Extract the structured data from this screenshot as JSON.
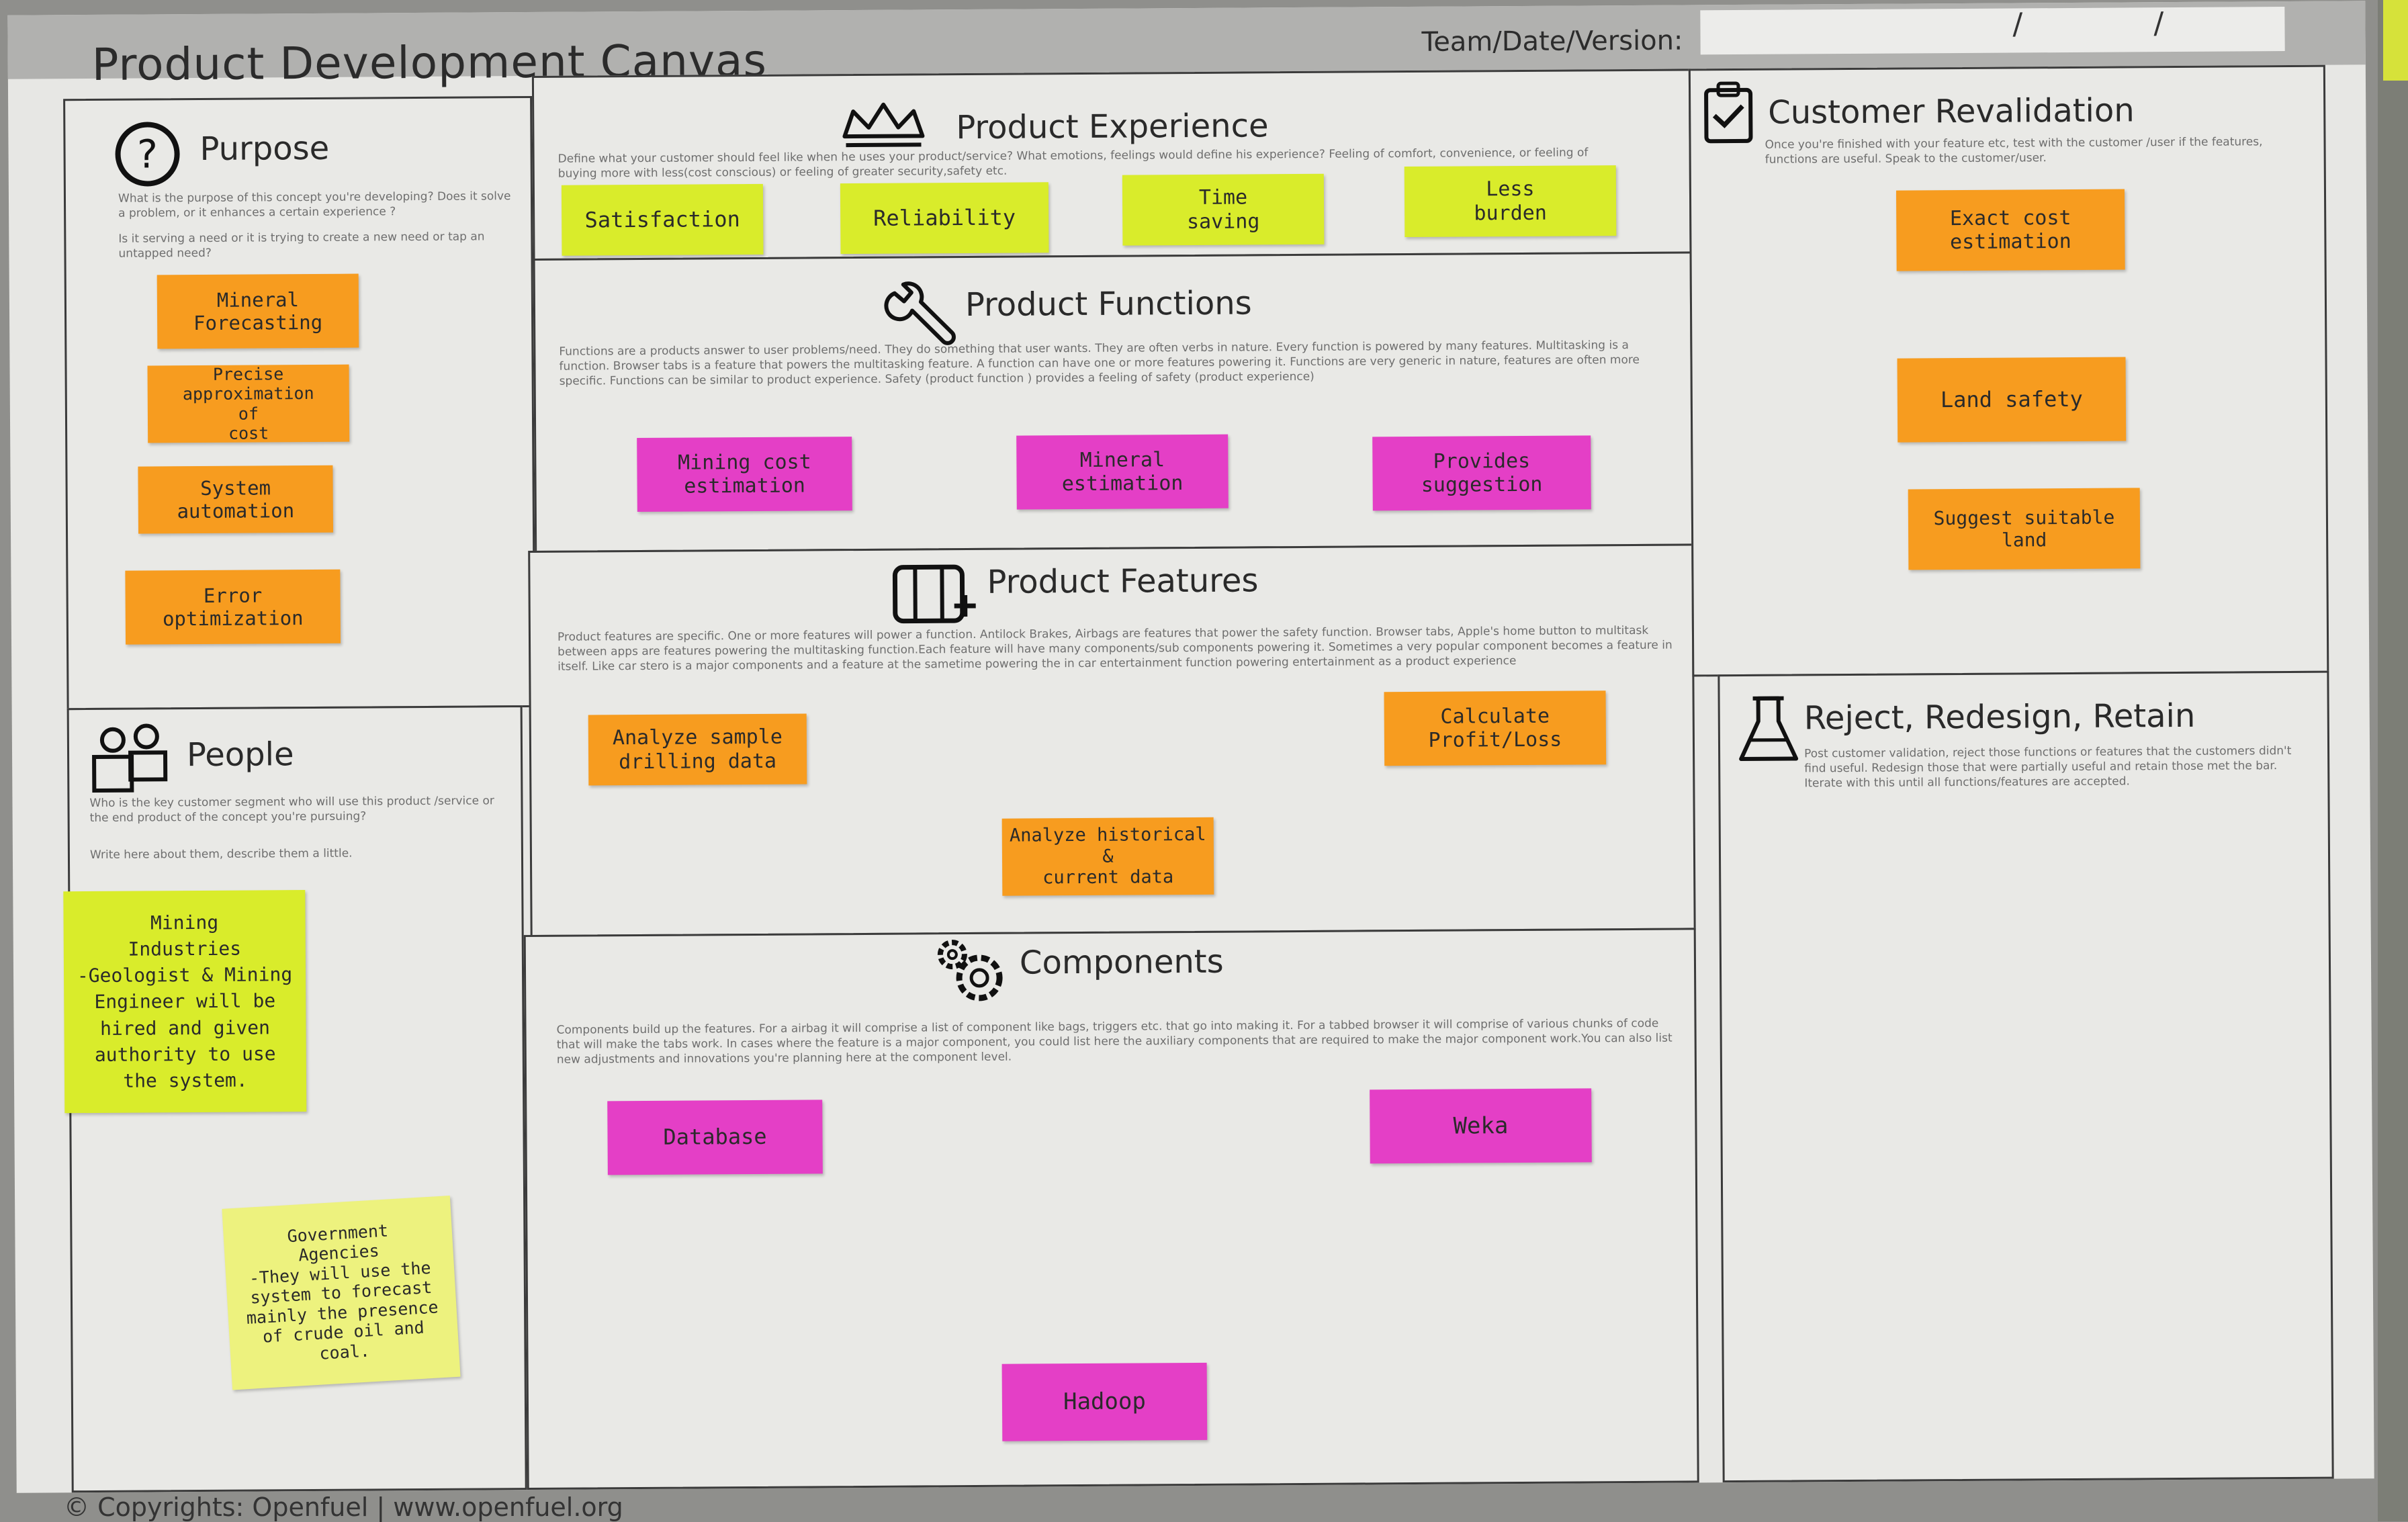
{
  "header": {
    "title": "Product Development Canvas",
    "team_label": "Team/Date/Version:",
    "separators": [
      "/",
      "/"
    ]
  },
  "purpose": {
    "title": "Purpose",
    "desc1": "What is the purpose of this concept you're developing? Does it solve a problem, or it enhances a certain experience ?",
    "desc2": "Is it serving a need or it is trying to create a new need or tap an untapped need?",
    "notes": [
      "Mineral\nForecasting",
      "Precise approximation\nof\ncost",
      "System\nautomation",
      "Error\noptimization"
    ]
  },
  "people": {
    "title": "People",
    "desc1": "Who is the key customer segment who will use this product /service or the end product of the concept you're pursuing?",
    "desc2": "Write here about them, describe them a little.",
    "notes": [
      "Mining\nIndustries\n-Geologist & Mining\nEngineer will be\nhired and given\nauthority to use\nthe system.",
      "Government\nAgencies\n-They will use the\nsystem to forecast\nmainly the presence\nof crude oil and\ncoal."
    ]
  },
  "experience": {
    "title": "Product Experience",
    "desc": "Define what your customer should feel like when he uses your product/service? What emotions, feelings would define his experience? Feeling of comfort, convenience, or feeling of buying more with less(cost conscious) or feeling of greater security,safety etc.",
    "notes": [
      "Satisfaction",
      "Reliability",
      "Time\nsaving",
      "Less\nburden"
    ]
  },
  "functions": {
    "title": "Product Functions",
    "desc": "Functions are a products answer to user problems/need. They do something that user wants. They are often verbs in nature. Every function is powered by many features. Multitasking is a function. Browser tabs is a feature that powers the multitasking feature. A function can have one or more features powering it. Functions are very generic in nature, features are often more specific. Functions can be similar to product experience. Safety (product function ) provides a feeling of safety (product experience)",
    "notes": [
      "Mining cost\nestimation",
      "Mineral\nestimation",
      "Provides\nsuggestion"
    ]
  },
  "features": {
    "title": "Product Features",
    "desc": "Product features are specific. One or more features will power a function. Antilock Brakes, Airbags are features that power the safety function. Browser tabs, Apple's home button to multitask between apps are features powering the multitasking function.Each feature will have many components/sub components powering it. Sometimes a very popular component becomes a feature in itself. Like car stero is a major components and a feature at the sametime powering the in car entertainment function powering entertainment as a product experience",
    "notes": [
      "Analyze sample\ndrilling data",
      "Calculate\nProfit/Loss",
      "Analyze historical\n&\ncurrent data"
    ]
  },
  "components": {
    "title": "Components",
    "desc": "Components build up the features. For a airbag it will comprise a list of component like bags, triggers etc. that go into making it. For a tabbed browser it will comprise of various chunks of code that will make the tabs work. In cases where the feature is a major component, you could list here the auxiliary components that are required to make the major component work.You can also list new adjustments and innovations you're planning here at the component level.",
    "notes": [
      "Database",
      "Weka",
      "Hadoop"
    ]
  },
  "revalidation": {
    "title": "Customer Revalidation",
    "desc": "Once you're finished with your feature etc, test with the customer /user if the features, functions are useful. Speak to the customer/user.",
    "notes": [
      "Exact cost\nestimation",
      "Land safety",
      "Suggest suitable\nland"
    ]
  },
  "reject": {
    "title": "Reject, Redesign, Retain",
    "desc": "Post customer validation, reject those functions or features that the customers didn't find useful. Redesign those that were partially useful and retain those met the bar. Iterate with this until all functions/features are accepted."
  },
  "footer": {
    "copyright": "© Copyrights: Openfuel | www.openfuel.org"
  },
  "colors": {
    "orange_note": "#f79c1f",
    "lime_note": "#d9ec2b",
    "pink_note": "#e43fc6",
    "yellow_note": "#edf27e",
    "canvas": "#e9e9e6"
  }
}
